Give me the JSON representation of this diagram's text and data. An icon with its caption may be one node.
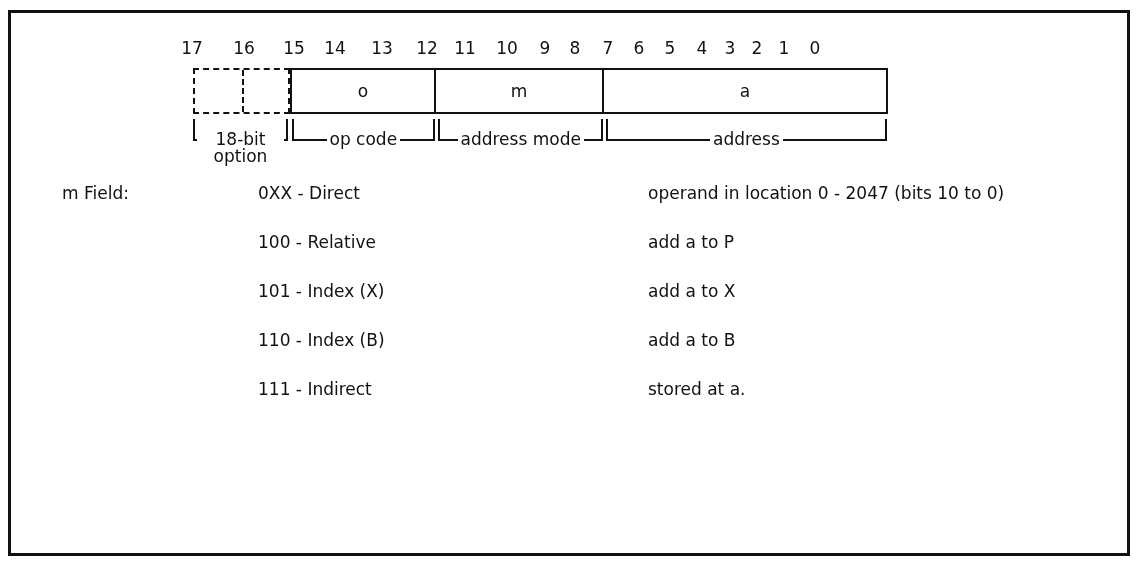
{
  "diagram": {
    "nodes": [
      {
        "text": [],
        "shape": "box"
      },
      {
        "text": [
          "o"
        ]
      },
      {
        "text": [
          "m"
        ]
      },
      {
        "text": [
          "a"
        ]
      }
    ],
    "labels": [
      "17",
      "16",
      "15",
      "14",
      "13",
      "12",
      "11",
      "10",
      "9",
      "8",
      "7",
      "6",
      "5",
      "4",
      "3",
      "2",
      "1",
      "0",
      "18-bit option",
      "op code",
      "address mode",
      "address",
      "m Field:",
      "0XX - Direct",
      "operand in location 0 - 2047 (bits 10 to 0)",
      "100 - Relative",
      "add a to P",
      "101 - Index (X)",
      "add a to X",
      "110 - Index (B)",
      "add a to B",
      "111 - Indirect",
      "stored at a."
    ]
  }
}
